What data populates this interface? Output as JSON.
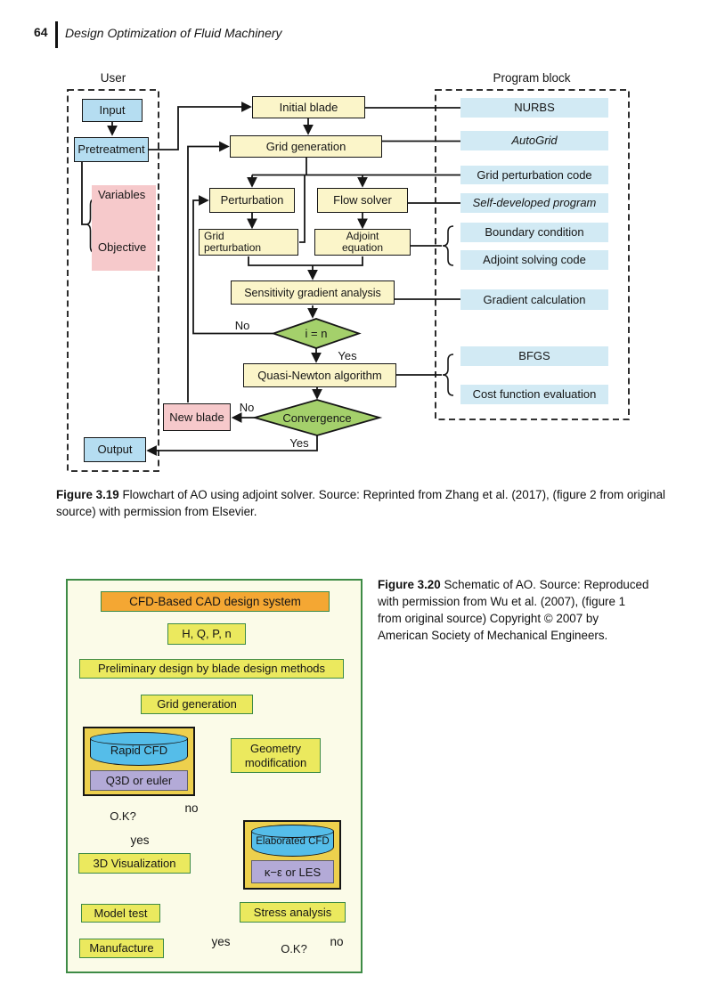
{
  "header": {
    "page_number": "64",
    "running_title": "Design Optimization of Fluid Machinery"
  },
  "fig319": {
    "user_label": "User",
    "program_block_label": "Program block",
    "nodes": {
      "input": "Input",
      "pretreatment": "Pretreatment",
      "variables": "Variables",
      "objective": "Objective",
      "initial_blade": "Initial blade",
      "grid_generation": "Grid generation",
      "perturbation": "Perturbation",
      "flow_solver": "Flow solver",
      "grid_perturbation": "Grid perturbation",
      "adjoint_equation": "Adjoint equation",
      "sensitivity": "Sensitivity gradient analysis",
      "iteration_check": "i = n",
      "quasi_newton": "Quasi-Newton algorithm",
      "convergence": "Convergence",
      "new_blade": "New blade",
      "output": "Output"
    },
    "program_blocks": [
      "NURBS",
      "AutoGrid",
      "Grid perturbation code",
      "Self-developed program",
      "Boundary condition",
      "Adjoint solving code",
      "Gradient calculation",
      "BFGS",
      "Cost function evaluation"
    ],
    "edge_labels": {
      "iteration_no": "No",
      "iteration_yes": "Yes",
      "convergence_no": "No",
      "convergence_yes": "Yes"
    },
    "caption_label": "Figure 3.19",
    "caption_text": "Flowchart of AO using adjoint solver. Source: Reprinted from Zhang et al. (2017), (figure 2 from original source) with permission from Elsevier."
  },
  "fig320": {
    "nodes": {
      "cad_system": "CFD-Based CAD design system",
      "parameters": "H, Q, P, n",
      "preliminary_design": "Preliminary design by blade design methods",
      "grid_generation": "Grid generation",
      "rapid_cfd": "Rapid CFD",
      "q3d_euler": "Q3D or euler",
      "geometry_modification": "Geometry modification",
      "ok_check_1": "O.K?",
      "visualization": "3D Visualization",
      "elaborated_cfd": "Elaborated CFD",
      "turbulence": "κ−ε or LES",
      "stress_analysis": "Stress analysis",
      "ok_check_2": "O.K?",
      "model_test": "Model test",
      "manufacture": "Manufacture"
    },
    "edge_labels": {
      "ok1_no": "no",
      "ok1_yes": "yes",
      "ok2_yes": "yes",
      "ok2_no": "no"
    },
    "caption_label": "Figure 3.20",
    "caption_text": "Schematic of AO. Source: Reproduced with permission from Wu et al. (2007), (figure 1 from original source) Copyright © 2007 by American Society of Mechanical Engineers."
  },
  "colors": {
    "user_box": "#b5ddf1",
    "process_box": "#fbf5c9",
    "highlight_box": "#f6c9cb",
    "decision_diamond": "#a4d06b",
    "program_box": "#d2eaf4",
    "panel_bg": "#fbfbe8",
    "panel_border": "#3e8b46",
    "title_box": "#f4a733",
    "step_box": "#ebe95e",
    "cfd_container": "#edd04d",
    "cylinder": "#55bde9",
    "solver_box": "#b3aad7"
  }
}
